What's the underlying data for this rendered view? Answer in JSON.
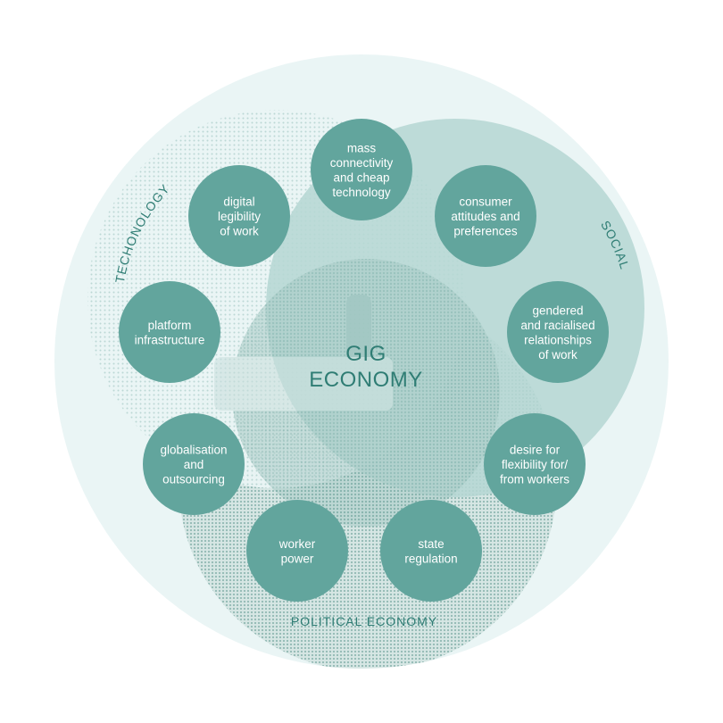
{
  "colors": {
    "outer_circle": "#eaf5f5",
    "social_circle": "#b6d7d4",
    "node_fill": "#62a59d",
    "label_text": "#2f7d74",
    "node_text": "#ffffff"
  },
  "center": {
    "lines": [
      "GIG",
      "ECONOMY"
    ]
  },
  "domains": {
    "technology": "TECHONOLOGY",
    "social": "SOCIAL",
    "political_economy": "POLITICAL ECONOMY"
  },
  "nodes": [
    {
      "id": "mass-connectivity",
      "lines": [
        "mass",
        "connectivity",
        "and cheap",
        "technology"
      ]
    },
    {
      "id": "consumer-attitudes",
      "lines": [
        "consumer",
        "attitudes and",
        "preferences"
      ]
    },
    {
      "id": "gendered-racialised",
      "lines": [
        "gendered",
        "and racialised",
        "relationships",
        "of work"
      ]
    },
    {
      "id": "desire-flexibility",
      "lines": [
        "desire for",
        "flexibility for/",
        "from workers"
      ]
    },
    {
      "id": "state-regulation",
      "lines": [
        "state",
        "regulation"
      ]
    },
    {
      "id": "worker-power",
      "lines": [
        "worker",
        "power"
      ]
    },
    {
      "id": "globalisation-outsourcing",
      "lines": [
        "globalisation",
        "and",
        "outsourcing"
      ]
    },
    {
      "id": "platform-infrastructure",
      "lines": [
        "platform",
        "infrastructure"
      ]
    },
    {
      "id": "digital-legibility",
      "lines": [
        "digital",
        "legibility",
        "of work"
      ]
    }
  ]
}
